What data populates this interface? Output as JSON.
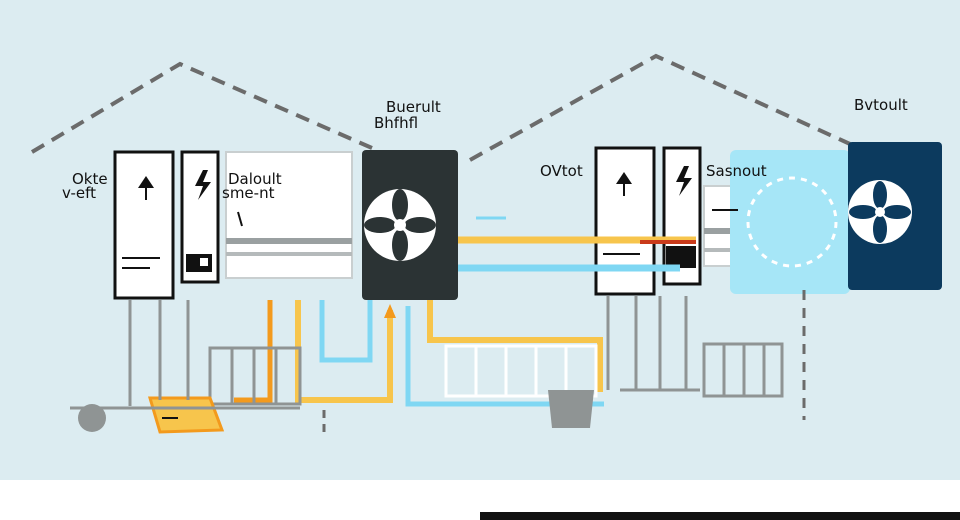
{
  "colors": {
    "background": "#dcecf1",
    "roof_dash": "#6b6b6b",
    "unit_dark": "#2b3334",
    "unit_dark_blue": "#0c3a5e",
    "cold_loop": "#7fd7f3",
    "warm_loop": "#f7c54c",
    "hot_loop": "#f39a1d",
    "grey": "#8f9494"
  },
  "labels": {
    "left_unit_title": "Buerult",
    "left_unit_subtitle": "Bhfhfl",
    "right_unit_title": "Bvtoult",
    "left_tank_label_a": "Okte",
    "left_tank_label_b": "v-eft",
    "left_panel_label_a": "Daloult",
    "left_panel_label_b": "sme-nt",
    "right_tank_label": "OVtot",
    "right_panel_label": "Sasnout"
  },
  "icons": {
    "left_fan": "fan-icon",
    "right_fan": "fan-icon",
    "tank_arrow": "arrow-up-icon",
    "lightning": "lightning-icon"
  }
}
